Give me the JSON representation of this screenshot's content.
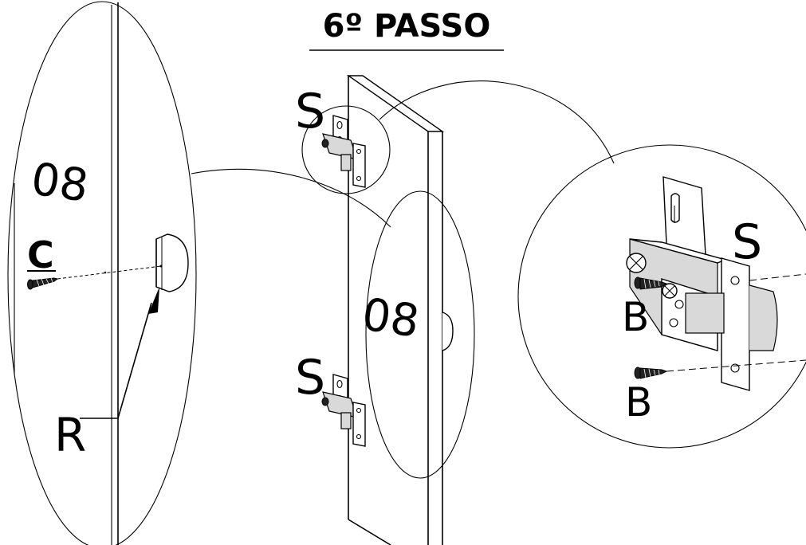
{
  "title": "6º PASSO",
  "labels": {
    "part_number_left": "08",
    "part_number_center": "08",
    "screw_c": "C",
    "handle_r": "R",
    "hinge_top": "S",
    "hinge_bottom": "S",
    "hinge_detail": "S",
    "screw_b_upper": "B",
    "screw_b_lower": "B"
  }
}
